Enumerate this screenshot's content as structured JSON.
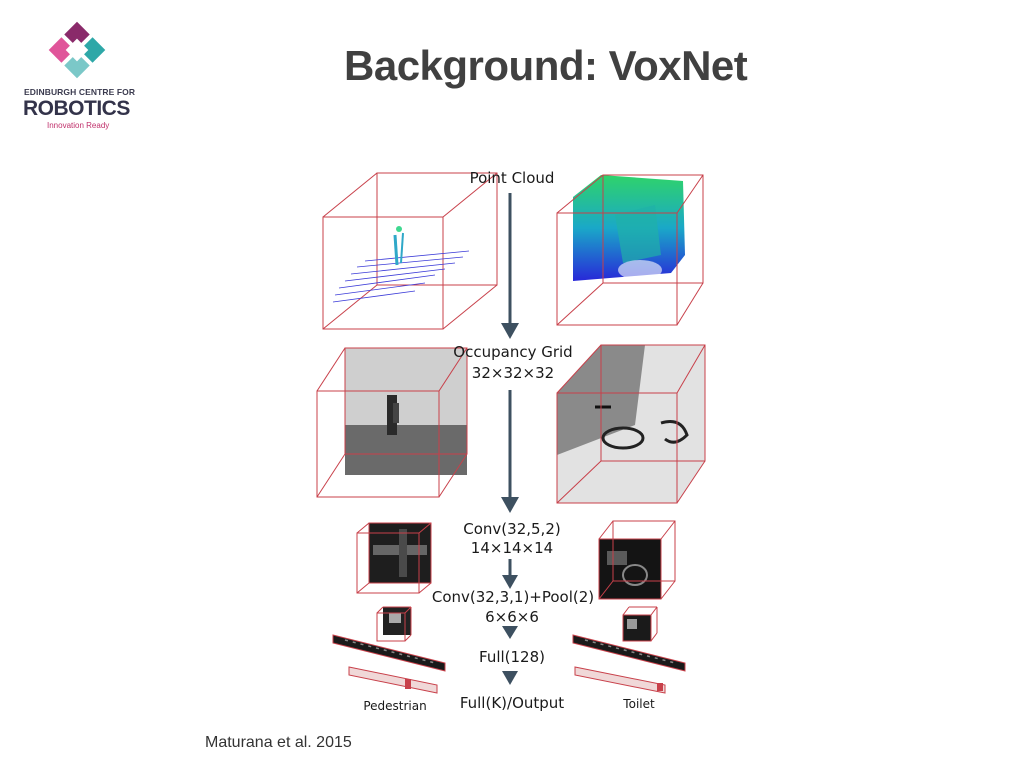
{
  "logo": {
    "line1": "EDINBURGH CENTRE FOR",
    "line2": "ROBOTICS",
    "line3": "Innovation Ready",
    "colors": {
      "magenta": "#c0306b",
      "teal": "#2ea8a8",
      "pink": "#e0559a"
    }
  },
  "slide": {
    "title": "Background: VoxNet",
    "citation": "Maturana et al. 2015"
  },
  "diagram": {
    "stages": [
      {
        "label": "Point Cloud"
      },
      {
        "label": "Occupancy Grid",
        "sub": "32×32×32"
      },
      {
        "label": "Conv(32,5,2)",
        "sub": "14×14×14"
      },
      {
        "label": "Conv(32,3,1)+Pool(2)",
        "sub": "6×6×6"
      },
      {
        "label": "Full(128)"
      },
      {
        "label": "Full(K)/Output"
      }
    ],
    "left_class": "Pedestrian",
    "right_class": "Toilet",
    "colors": {
      "cube_edge": "#c8404a",
      "arrow": "#3d5060"
    }
  }
}
